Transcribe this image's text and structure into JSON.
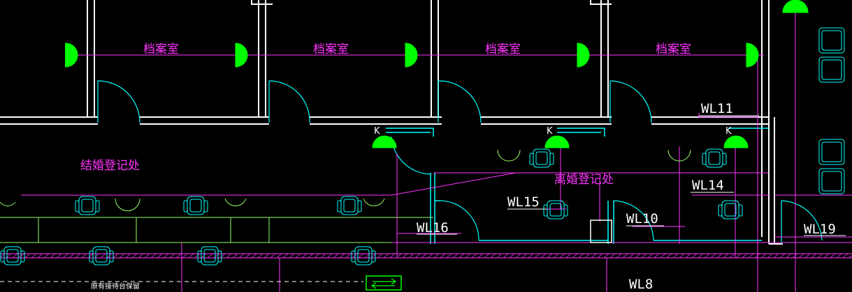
{
  "colors": {
    "background": "#000000",
    "wall": "#ffffff",
    "door": "#00ffff",
    "wire": "#ff33ff",
    "fixture": "#00ff00",
    "furniture": "#00ffff",
    "counter": "#99ff66",
    "label": "#ff33ff"
  },
  "rooms": {
    "archive_1": "档案室",
    "archive_2": "档案室",
    "archive_3": "档案室",
    "archive_4": "档案室",
    "marriage_registration": "结婚登记处",
    "divorce_registration": "离婚登记处"
  },
  "circuits": {
    "wl8": "WL8",
    "wl10": "WL10",
    "wl11": "WL11",
    "wl14": "WL14",
    "wl15": "WL15",
    "wl16": "WL16",
    "wl19": "WL19"
  },
  "switch_marks": [
    "K",
    "K",
    "K"
  ],
  "notes": {
    "retained_counter": "原有接待台保留"
  }
}
